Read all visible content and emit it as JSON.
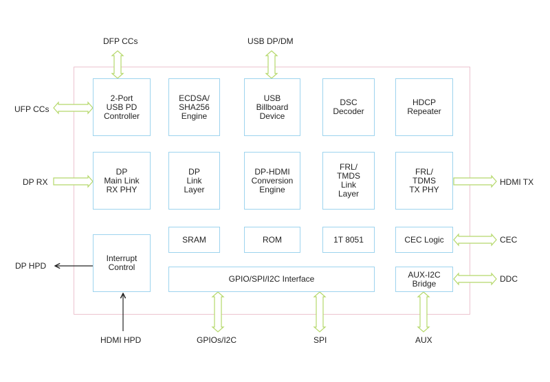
{
  "blocks": {
    "usb_pd": "2-Port\nUSB PD\nController",
    "ecdsa": "ECDSA/\nSHA256\nEngine",
    "billboard": "USB\nBillboard\nDevice",
    "dsc": "DSC\nDecoder",
    "hdcp": "HDCP\nRepeater",
    "dp_phy": "DP\nMain Link\nRX PHY",
    "dp_link": "DP\nLink\nLayer",
    "dp_hdmi": "DP-HDMI\nConversion\nEngine",
    "frl_link": "FRL/\nTMDS\nLink\nLayer",
    "frl_phy": "FRL/\nTDMS\nTX PHY",
    "sram": "SRAM",
    "rom": "ROM",
    "mcu": "1T 8051",
    "cec_logic": "CEC Logic",
    "interrupt": "Interrupt\nControl",
    "gpio_if": "GPIO/SPI/I2C Interface",
    "aux_bridge": "AUX-I2C\nBridge"
  },
  "signals": {
    "dfp_ccs": "DFP CCs",
    "usb_dpdm": "USB DP/DM",
    "ufp_ccs": "UFP CCs",
    "dp_rx": "DP RX",
    "hdmi_tx": "HDMI TX",
    "cec": "CEC",
    "dp_hpd": "DP HPD",
    "ddc": "DDC",
    "hdmi_hpd": "HDMI HPD",
    "gpios_i2c": "GPIOs/I2C",
    "spi": "SPI",
    "aux": "AUX"
  },
  "colors": {
    "chip_border": "#ecc3cf",
    "block_border": "#9cd3ee",
    "bus_arrow": "#b5d86a",
    "signal_arrow": "#222222"
  }
}
